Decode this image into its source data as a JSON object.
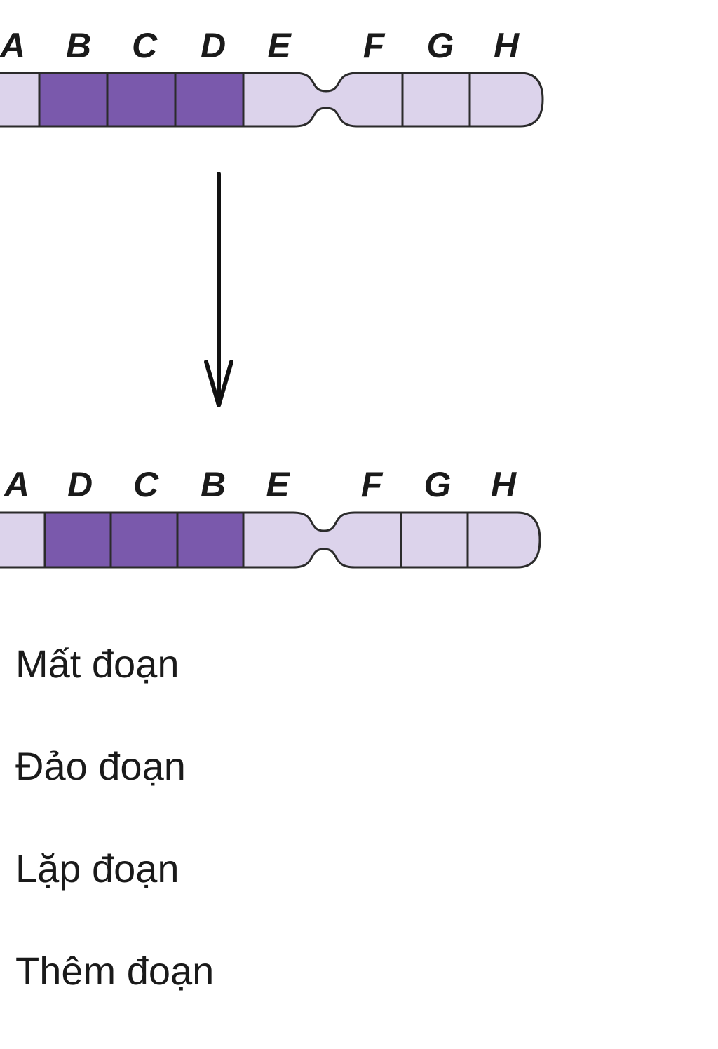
{
  "colors": {
    "light_segment": "#dcd3eb",
    "dark_segment": "#7a59ac",
    "outline": "#2b2b2b",
    "arrow": "#111111"
  },
  "before": {
    "labels": [
      "A",
      "B",
      "C",
      "D",
      "E",
      "F",
      "G",
      "H"
    ]
  },
  "after": {
    "labels": [
      "A",
      "D",
      "C",
      "B",
      "E",
      "F",
      "G",
      "H"
    ]
  },
  "options": [
    {
      "label": "Mất đoạn"
    },
    {
      "label": "Đảo đoạn"
    },
    {
      "label": "Lặp đoạn"
    },
    {
      "label": "Thêm đoạn"
    }
  ]
}
